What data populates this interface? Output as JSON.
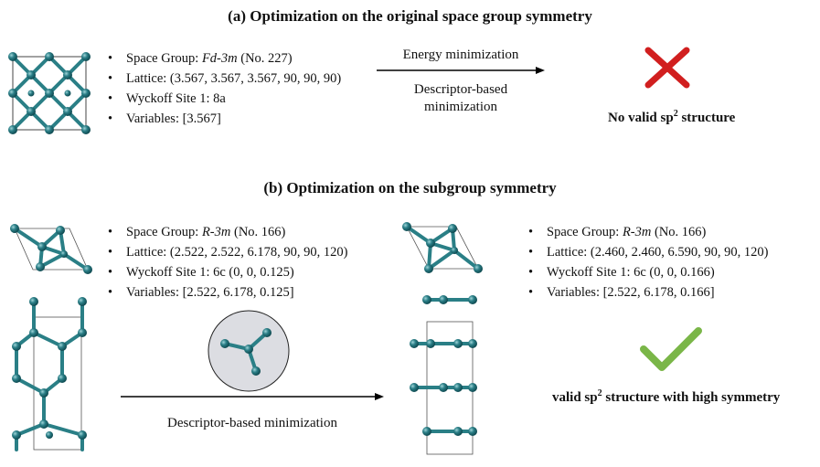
{
  "panel_a": {
    "title": "(a) Optimization on the original space group symmetry",
    "info": {
      "sg_prefix": "Space Group: ",
      "sg_symbol": "Fd-3m",
      "sg_suffix": " (No. 227)",
      "lattice_label": "Lattice: ",
      "lattice_value": "(3.567, 3.567, 3.567, 90, 90, 90)",
      "wyckoff": "Wyckoff Site 1: 8a",
      "variables": "Variables: [3.567]"
    },
    "arrow_top_label": "Energy minimization",
    "arrow_bottom_label_1": "Descriptor-based",
    "arrow_bottom_label_2": "minimization",
    "result_icon": "cross-icon",
    "result_text_pre": "No valid sp",
    "result_text_sup": "2",
    "result_text_post": " structure"
  },
  "panel_b": {
    "title": "(b) Optimization on the subgroup symmetry",
    "left_info": {
      "sg_prefix": "Space Group: ",
      "sg_symbol": "R-3m",
      "sg_suffix": " (No. 166)",
      "lattice_label": "Lattice: ",
      "lattice_value": "(2.522, 2.522, 6.178, 90, 90, 120)",
      "wyckoff": "Wyckoff Site 1: 6c (0, 0, 0.125)",
      "variables": "Variables: [2.522, 6.178, 0.125]"
    },
    "right_info": {
      "sg_prefix": "Space Group: ",
      "sg_symbol": "R-3m",
      "sg_suffix": " (No. 166)",
      "lattice_label": "Lattice: ",
      "lattice_value": "(2.460, 2.460, 6.590, 90, 90, 120)",
      "wyckoff": "Wyckoff Site 1: 6c (0, 0, 0.166)",
      "variables": "Variables: [2.522, 6.178, 0.166]"
    },
    "arrow_label": "Descriptor-based minimization",
    "result_icon": "check-icon",
    "result_text_pre": "valid sp",
    "result_text_sup": "2",
    "result_text_post": " structure with high symmetry"
  },
  "colors": {
    "atom": "#1f6f78",
    "atom_highlight": "#7fc4c9",
    "bond": "#2a7f86",
    "cross": "#d11f1f",
    "check": "#7ab648",
    "circle_fill": "#dcdde2"
  }
}
